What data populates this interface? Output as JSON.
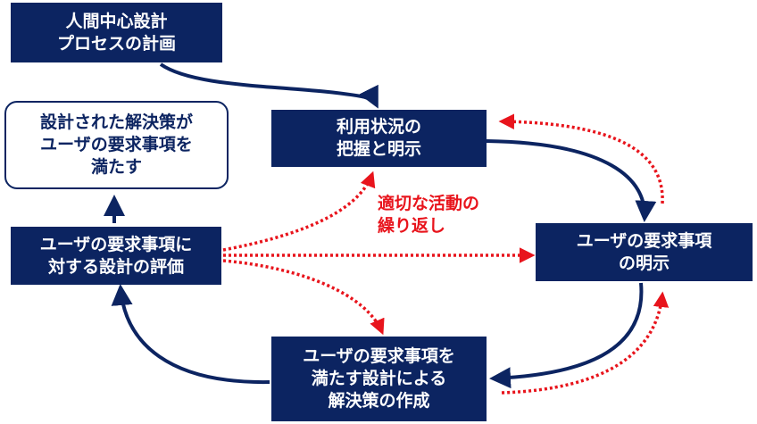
{
  "colors": {
    "navy": "#0c2461",
    "red": "#e8141c"
  },
  "nodes": {
    "plan": "人間中心設計\nプロセスの計画",
    "context": "利用状況の\n把握と明示",
    "requirements": "ユーザの要求事項\nの明示",
    "design": "ユーザの要求事項を\n満たす設計による\n解決策の作成",
    "evaluate": "ユーザの要求事項に\n対する設計の評価",
    "satisfied": "設計された解決策が\nユーザの要求事項を\n満たす"
  },
  "iterate_label": "適切な活動の\n繰り返し"
}
